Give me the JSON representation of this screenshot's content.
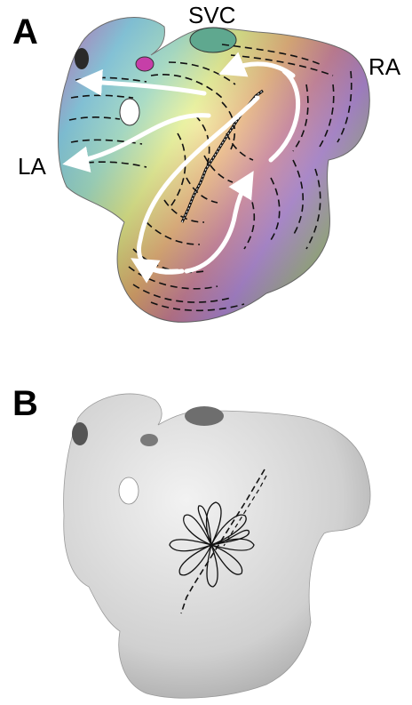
{
  "panels": [
    {
      "letter": "A",
      "labels": {
        "svc": "SVC",
        "ra": "RA",
        "la": "LA"
      }
    },
    {
      "letter": "B"
    }
  ],
  "colors": {
    "model_shading": "#9a9a9a",
    "isochrone_lines": "#111111",
    "propagation_arrows": "#ffffff"
  }
}
